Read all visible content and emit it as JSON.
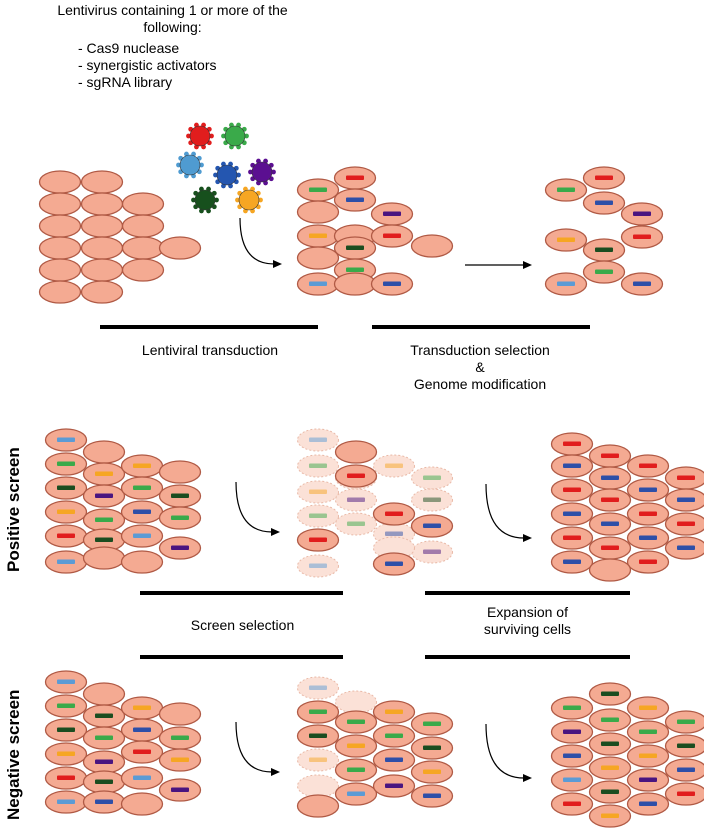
{
  "intro": {
    "title_line1": "Lentivirus containing 1 or more of the",
    "title_line2": "following:",
    "items": [
      "- Cas9 nuclease",
      "- synergistic activators",
      "- sgRNA library"
    ]
  },
  "stage_labels": {
    "transduction": "Lentiviral transduction",
    "selection_line1": "Transduction selection",
    "selection_amp": "&",
    "selection_line2": "Genome modification",
    "screen_selection": "Screen selection",
    "expansion_line1": "Expansion of",
    "expansion_line2": "surviving cells"
  },
  "screens": {
    "positive": "Positive screen",
    "negative": "Negative screen"
  },
  "colors": {
    "cell_fill": "#f4aa92",
    "cell_stroke": "#b05a45",
    "faded_fill": "#fbe1d7",
    "virus": [
      "#e11d1d",
      "#3aaa4a",
      "#4f9bd1",
      "#2456b0",
      "#5b0f91",
      "#17501d",
      "#f6a623"
    ],
    "guides": [
      "#e11d1d",
      "#3aaa4a",
      "#5b9bd5",
      "#2e4fa8",
      "#4a1580",
      "#1b4d20",
      "#f6a623"
    ]
  }
}
